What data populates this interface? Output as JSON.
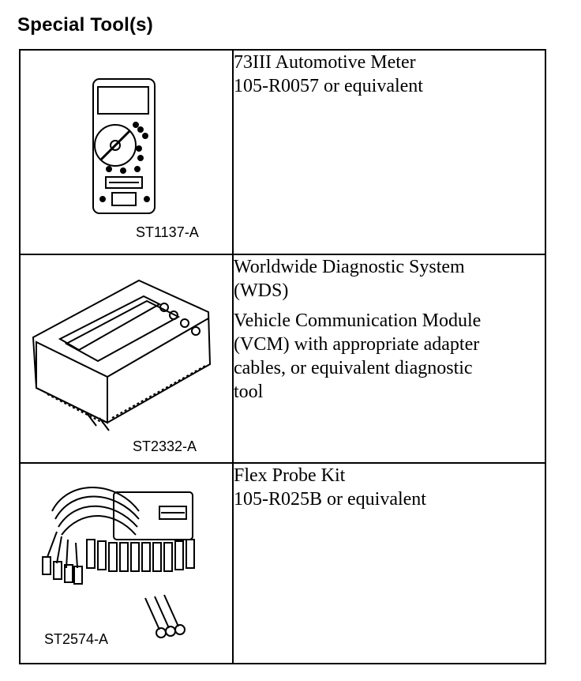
{
  "heading": "Special Tool(s)",
  "tools": [
    {
      "code": "ST1137-A",
      "lines": [
        "73III Automotive Meter",
        "105-R0057 or equivalent"
      ]
    },
    {
      "code": "ST2332-A",
      "lines": [
        "Worldwide Diagnostic System",
        "(WDS)"
      ],
      "lines2": [
        "Vehicle Communication Module",
        "(VCM) with appropriate adapter",
        "cables, or equivalent diagnostic",
        "tool"
      ]
    },
    {
      "code": "ST2574-A",
      "lines": [
        "Flex Probe Kit",
        "105-R025B or equivalent"
      ]
    }
  ]
}
